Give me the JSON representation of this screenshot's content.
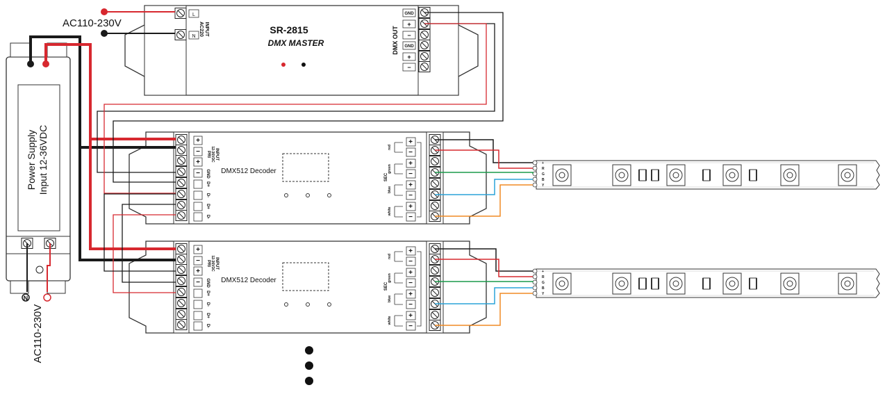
{
  "labels": {
    "ac_top": "AC110-230V",
    "ac_bottom": "AC110-230V",
    "power_supply_line1": "Power Supply",
    "power_supply_line2": "Input 12-36VDC",
    "master_model": "SR-2815",
    "master_name": "DMX MASTER",
    "master_input": "INPUT",
    "master_ac": "AC220",
    "master_l": "L",
    "master_n": "N",
    "dmx_out": "DMX OUT",
    "gnd": "GND",
    "plus": "+",
    "minus": "−",
    "decoder_title": "DMX512 Decoder",
    "decoder_input": "INPUT",
    "decoder_voltage": "12-36VDC",
    "decoder_pri": "PRI",
    "sec": "SEC",
    "ch_red": "red",
    "ch_green": "green",
    "ch_blue": "blue",
    "ch_white": "white",
    "d_gnd": "GND",
    "d_plus": "D+",
    "d_minus": "D-",
    "strip_pins": [
      "+",
      "R",
      "G",
      "B",
      "Y"
    ]
  },
  "colors": {
    "red_wire": "#d7282f",
    "black_wire": "#1a1a1a",
    "green_wire": "#1a9a4a",
    "blue_wire": "#2aa3d8",
    "orange_wire": "#f08a24"
  }
}
